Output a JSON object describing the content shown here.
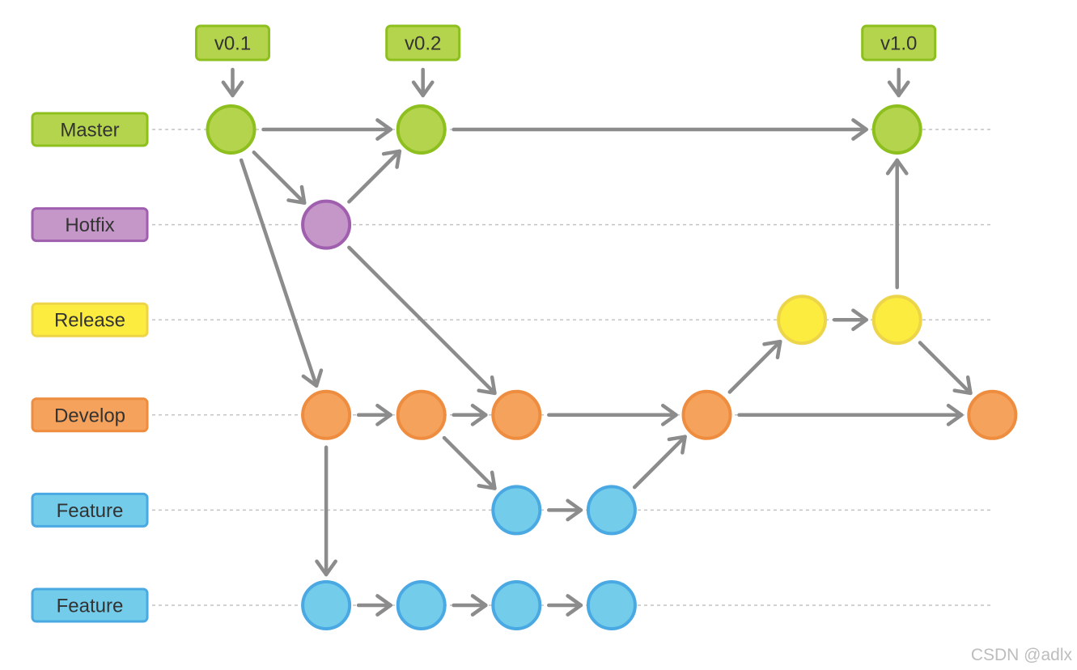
{
  "lanes": [
    {
      "id": "master",
      "label": "Master",
      "fill": "#b5d44d",
      "stroke": "#8dbf1e"
    },
    {
      "id": "hotfix",
      "label": "Hotfix",
      "fill": "#c596c8",
      "stroke": "#a05fae"
    },
    {
      "id": "release",
      "label": "Release",
      "fill": "#fcec3f",
      "stroke": "#edd54a"
    },
    {
      "id": "develop",
      "label": "Develop",
      "fill": "#f5a25c",
      "stroke": "#ee8d3f"
    },
    {
      "id": "feature1",
      "label": "Feature",
      "fill": "#73cdea",
      "stroke": "#4aa9e3"
    },
    {
      "id": "feature2",
      "label": "Feature",
      "fill": "#73cdea",
      "stroke": "#4aa9e3"
    }
  ],
  "tags": [
    {
      "label": "v0.1",
      "commit": "m1"
    },
    {
      "label": "v0.2",
      "commit": "m2"
    },
    {
      "label": "v1.0",
      "commit": "m3"
    }
  ],
  "commits": [
    {
      "id": "m1",
      "lane": "master",
      "col": 1
    },
    {
      "id": "m2",
      "lane": "master",
      "col": 3
    },
    {
      "id": "m3",
      "lane": "master",
      "col": 8
    },
    {
      "id": "h1",
      "lane": "hotfix",
      "col": 2
    },
    {
      "id": "r1",
      "lane": "release",
      "col": 7
    },
    {
      "id": "r2",
      "lane": "release",
      "col": 8
    },
    {
      "id": "d1",
      "lane": "develop",
      "col": 2
    },
    {
      "id": "d2",
      "lane": "develop",
      "col": 3
    },
    {
      "id": "d3",
      "lane": "develop",
      "col": 4
    },
    {
      "id": "d4",
      "lane": "develop",
      "col": 6
    },
    {
      "id": "d5",
      "lane": "develop",
      "col": 9
    },
    {
      "id": "fa1",
      "lane": "feature1",
      "col": 4
    },
    {
      "id": "fa2",
      "lane": "feature1",
      "col": 5
    },
    {
      "id": "fb1",
      "lane": "feature2",
      "col": 2
    },
    {
      "id": "fb2",
      "lane": "feature2",
      "col": 3
    },
    {
      "id": "fb3",
      "lane": "feature2",
      "col": 4
    },
    {
      "id": "fb4",
      "lane": "feature2",
      "col": 5
    }
  ],
  "edges": [
    [
      "m1",
      "m2"
    ],
    [
      "m2",
      "m3"
    ],
    [
      "m1",
      "h1"
    ],
    [
      "h1",
      "m2"
    ],
    [
      "h1",
      "d3"
    ],
    [
      "m1",
      "d1"
    ],
    [
      "d1",
      "d2"
    ],
    [
      "d2",
      "d3"
    ],
    [
      "d3",
      "d4"
    ],
    [
      "d4",
      "d5"
    ],
    [
      "d1",
      "fb1"
    ],
    [
      "d2",
      "fa1"
    ],
    [
      "fa1",
      "fa2"
    ],
    [
      "fa2",
      "d4"
    ],
    [
      "fb1",
      "fb2"
    ],
    [
      "fb2",
      "fb3"
    ],
    [
      "fb3",
      "fb4"
    ],
    [
      "d4",
      "r1"
    ],
    [
      "r1",
      "r2"
    ],
    [
      "r2",
      "m3"
    ],
    [
      "r2",
      "d5"
    ]
  ],
  "colors": {
    "arrow": "#8c8c8c",
    "lane_line": "#c4c4c4",
    "label_text": "#333333"
  },
  "watermark": "CSDN @adlx"
}
